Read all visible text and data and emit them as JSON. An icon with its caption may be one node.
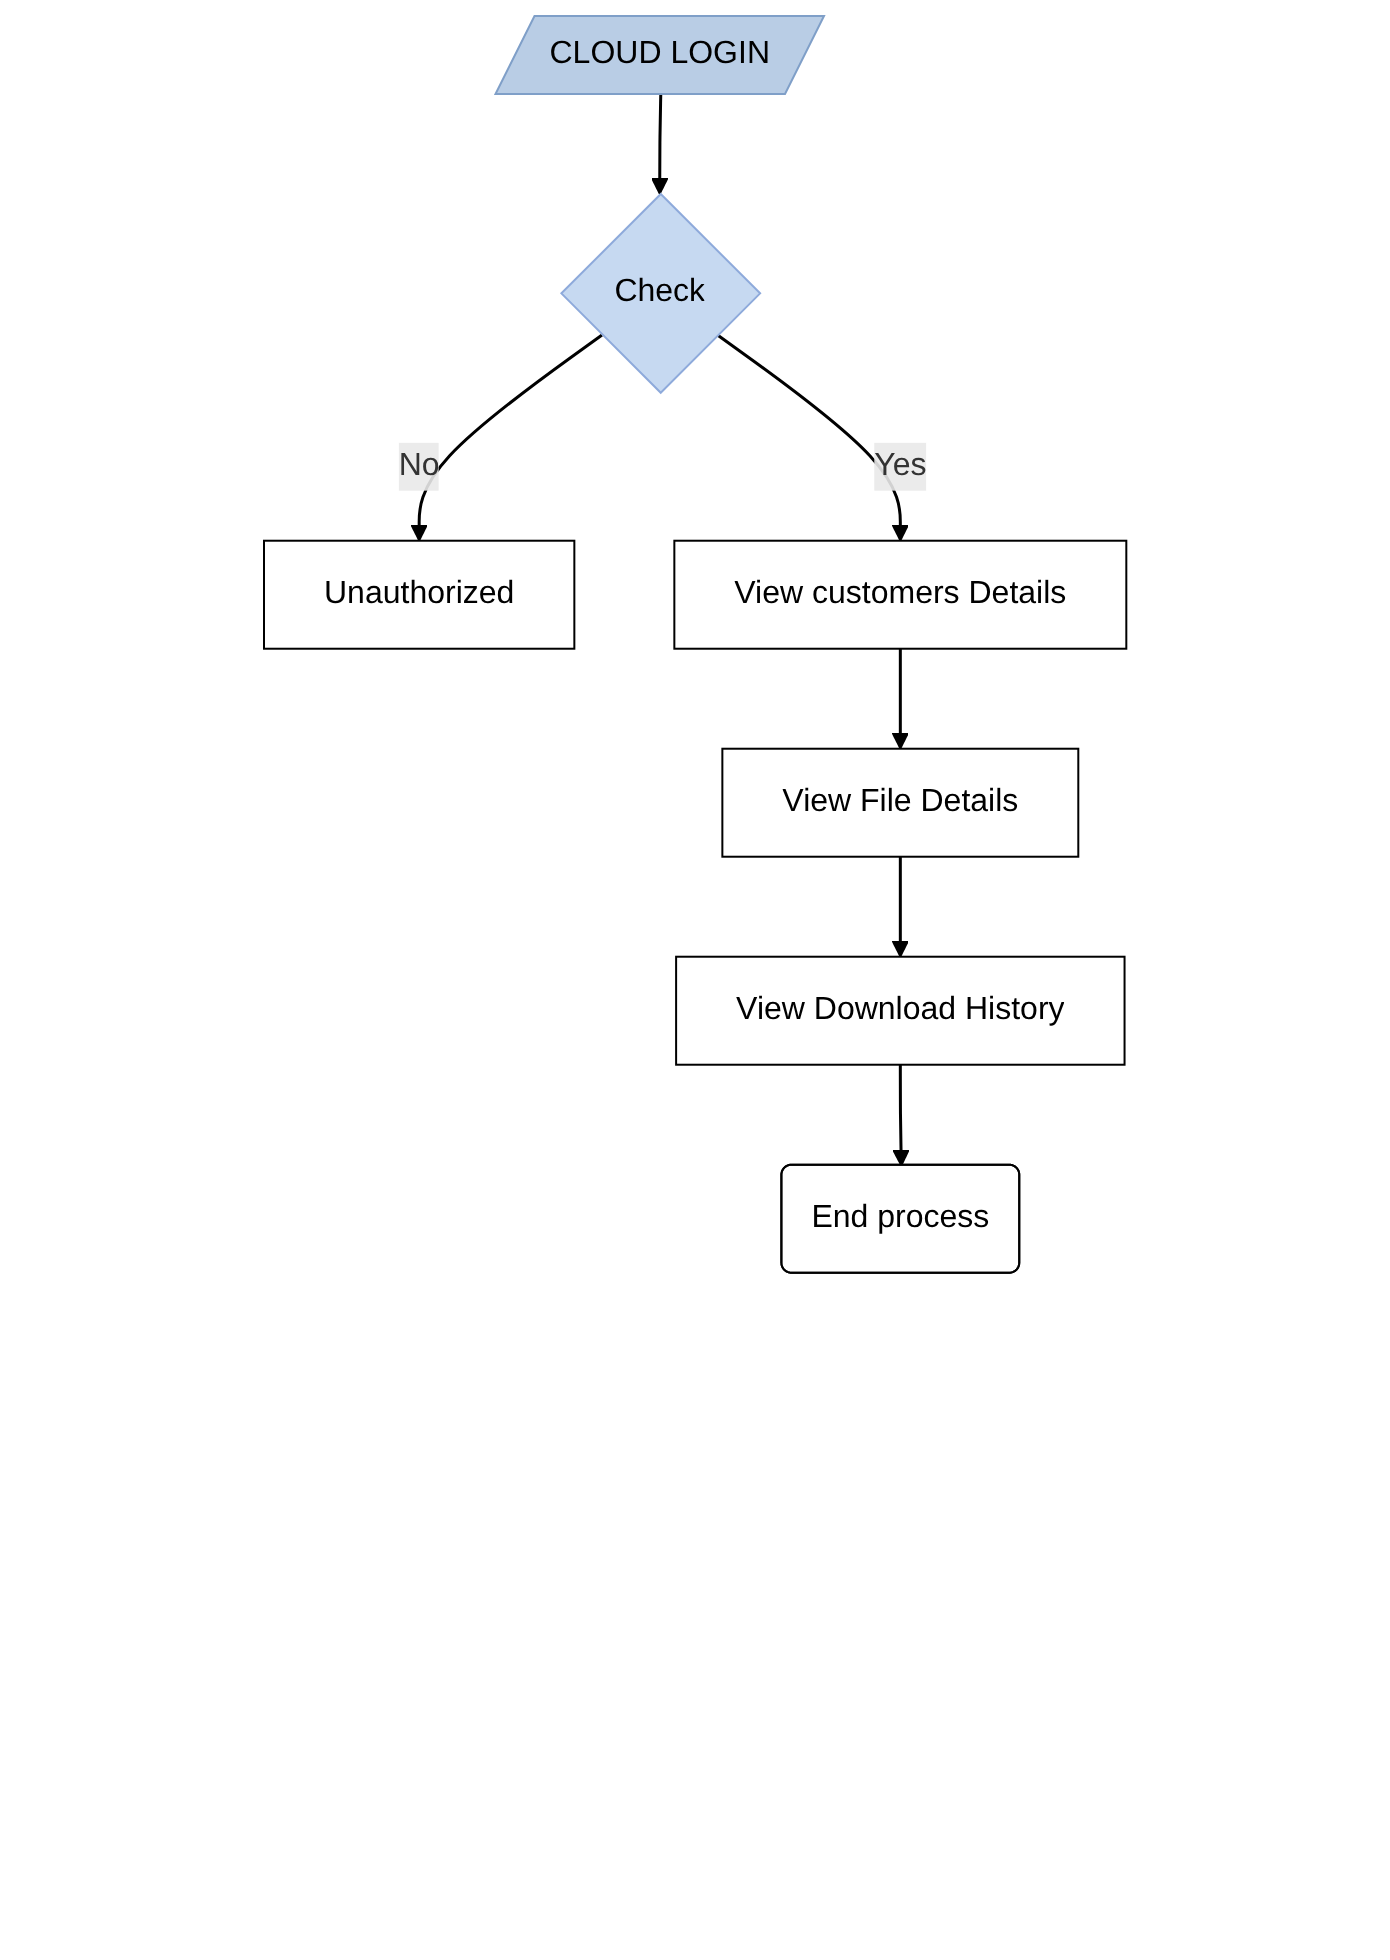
{
  "diagram": {
    "nodes": [
      {
        "text": [
          "CLOUD LOGIN"
        ]
      },
      {
        "text": [
          "Check"
        ]
      },
      {
        "text": [
          "Unauthorized"
        ]
      },
      {
        "text": [
          "View customers Details"
        ]
      },
      {
        "text": [
          "View File Details"
        ]
      },
      {
        "text": [
          "View Download History"
        ]
      },
      {
        "text": [
          "End process"
        ]
      }
    ],
    "edges": [
      {
        "from": 0,
        "to": 1,
        "arrow": "to"
      },
      {
        "from": 1,
        "to": 2,
        "label": "No",
        "arrow": "to"
      },
      {
        "from": 1,
        "to": 3,
        "label": "Yes",
        "arrow": "to"
      },
      {
        "from": 3,
        "to": 4,
        "arrow": "to"
      },
      {
        "from": 4,
        "to": 5,
        "arrow": "to"
      },
      {
        "from": 5,
        "to": 6,
        "arrow": "to"
      }
    ]
  }
}
